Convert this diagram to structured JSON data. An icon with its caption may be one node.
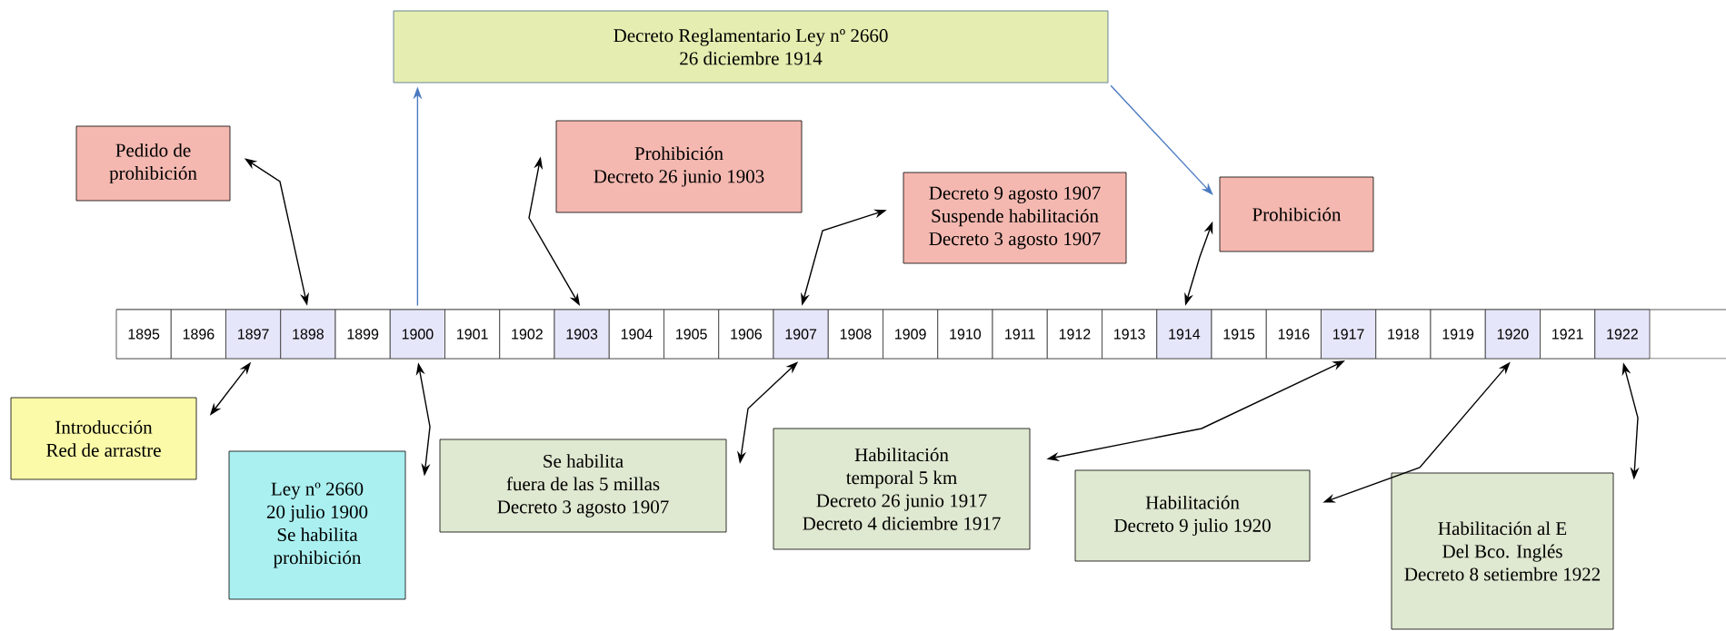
{
  "diagram": {
    "nodes": [
      {
        "text": [
          "Decreto Reglamentario Ley nº 2660",
          "26 diciembre 1914"
        ]
      },
      {
        "text": [
          "Pedido de",
          "prohibición"
        ]
      },
      {
        "text": [
          "Prohibición",
          "Decreto 26 junio 1903"
        ]
      },
      {
        "text": [
          "Decreto 9 agosto 1907",
          "Suspende habilitación",
          "Decreto 3 agosto 1907"
        ]
      },
      {
        "text": [
          "Prohibición"
        ]
      },
      {
        "text": [
          "1895"
        ]
      },
      {
        "text": [
          "1896"
        ]
      },
      {
        "text": [
          "1897"
        ]
      },
      {
        "text": [
          "1898"
        ]
      },
      {
        "text": [
          "1899"
        ]
      },
      {
        "text": [
          "1900"
        ]
      },
      {
        "text": [
          "1901"
        ]
      },
      {
        "text": [
          "1902"
        ]
      },
      {
        "text": [
          "1903"
        ]
      },
      {
        "text": [
          "1904"
        ]
      },
      {
        "text": [
          "1905"
        ]
      },
      {
        "text": [
          "1906"
        ]
      },
      {
        "text": [
          "1907"
        ]
      },
      {
        "text": [
          "1908"
        ]
      },
      {
        "text": [
          "1909"
        ]
      },
      {
        "text": [
          "1910"
        ]
      },
      {
        "text": [
          "1911"
        ]
      },
      {
        "text": [
          "1912"
        ]
      },
      {
        "text": [
          "1913"
        ]
      },
      {
        "text": [
          "1914"
        ]
      },
      {
        "text": [
          "1915"
        ]
      },
      {
        "text": [
          "1916"
        ]
      },
      {
        "text": [
          "1917"
        ]
      },
      {
        "text": [
          "1918"
        ]
      },
      {
        "text": [
          "1919"
        ]
      },
      {
        "text": [
          "1920"
        ]
      },
      {
        "text": [
          "1921"
        ]
      },
      {
        "text": [
          "1922"
        ]
      },
      {
        "text": [
          "Introducción",
          "Red de arrastre"
        ]
      },
      {
        "text": [
          "Ley nº 2660",
          "20 julio 1900",
          "Se habilita",
          "prohibición"
        ]
      },
      {
        "text": [
          "Se habilita",
          "fuera de las 5 millas",
          "Decreto 3 agosto 1907"
        ]
      },
      {
        "text": [
          "Habilitación",
          "temporal 5 km",
          "Decreto 26 junio 1917",
          "Decreto 4 diciembre 1917"
        ]
      },
      {
        "text": [
          "Habilitación",
          "Decreto 9 julio 1920"
        ]
      },
      {
        "text": [
          "Habilitación al E",
          "Del Bco. Inglés",
          "Decreto 8 setiembre 1922"
        ]
      }
    ],
    "edges": [
      {
        "from": 10,
        "to": 0,
        "arrow": "to",
        "color": "#4a7ac0"
      },
      {
        "from": 0,
        "to": 4,
        "arrow": "to",
        "color": "#4a7ac0"
      },
      {
        "from": 1,
        "to": 8,
        "arrow": "both"
      },
      {
        "from": 2,
        "to": 13,
        "arrow": "both"
      },
      {
        "from": 3,
        "to": 17,
        "arrow": "both"
      },
      {
        "from": 4,
        "to": 24,
        "arrow": "both"
      },
      {
        "from": 7,
        "to": 33,
        "arrow": "both"
      },
      {
        "from": 10,
        "to": 34,
        "arrow": "both"
      },
      {
        "from": 17,
        "to": 35,
        "arrow": "both"
      },
      {
        "from": 27,
        "to": 36,
        "arrow": "both"
      },
      {
        "from": 30,
        "to": 37,
        "arrow": "both"
      },
      {
        "from": 32,
        "to": 38,
        "arrow": "both"
      }
    ]
  }
}
